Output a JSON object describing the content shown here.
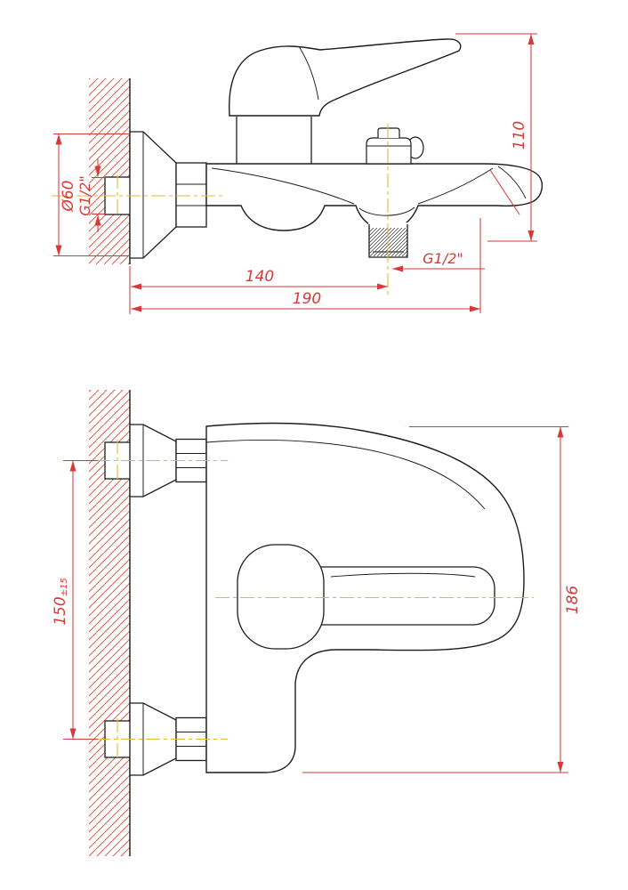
{
  "colors": {
    "dimension_red": "#d53a3a",
    "hatch_red": "#d8604f",
    "centerline_yellow": "#e3bb2f",
    "outline_black": "#1c1c1c",
    "background": "#ffffff"
  },
  "top_view": {
    "labels": {
      "diameter": "Ø60",
      "wall_thread": "G1/2\"",
      "height": "110",
      "depth_to_shower_outlet": "140",
      "depth_overall": "190",
      "shower_outlet_thread": "G1/2\""
    }
  },
  "front_view": {
    "labels": {
      "mount_spacing": "150",
      "mount_spacing_tolerance": "±15",
      "overall_height": "186"
    }
  }
}
